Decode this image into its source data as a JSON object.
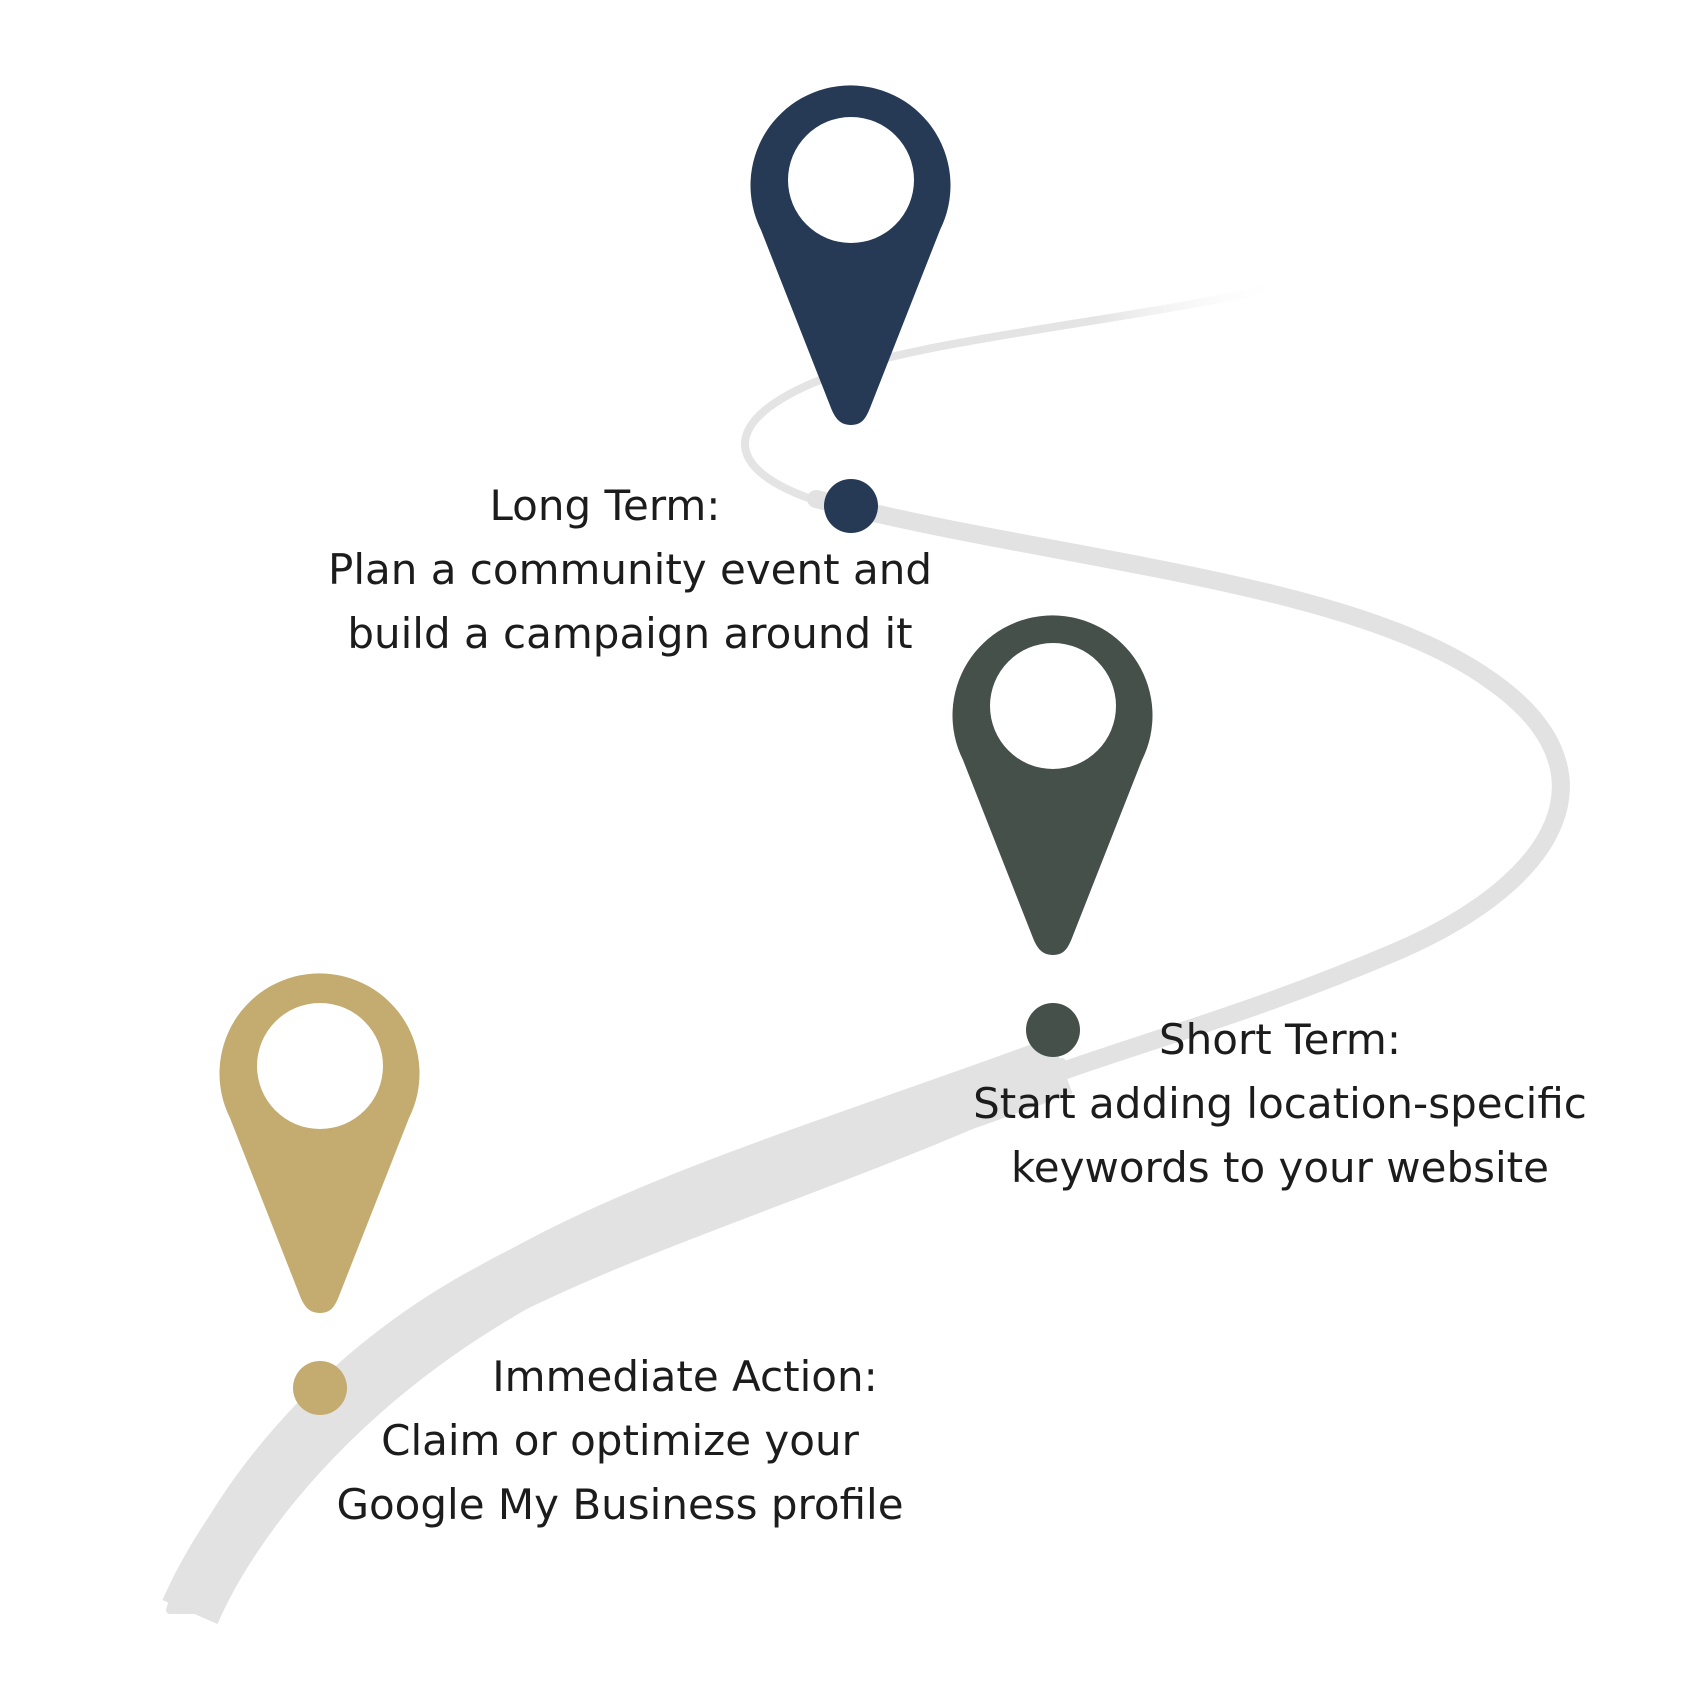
{
  "colors": {
    "background": "#ffffff",
    "road": "#e2e2e2",
    "text": "#1c1c1c",
    "long_term": "#263a56",
    "short_term": "#45504b",
    "immediate": "#c4ab6f"
  },
  "milestones": {
    "long_term": {
      "icon": "map-pin-icon",
      "heading": "Long Term:",
      "line1": "Plan a community event and",
      "line2": "build a campaign around it"
    },
    "short_term": {
      "icon": "map-pin-icon",
      "heading": "Short Term:",
      "line1": "Start adding location-specific",
      "line2": "keywords to your website"
    },
    "immediate": {
      "icon": "map-pin-icon",
      "heading": "Immediate Action:",
      "line1": "Claim or optimize your",
      "line2": "Google My Business profile"
    }
  }
}
